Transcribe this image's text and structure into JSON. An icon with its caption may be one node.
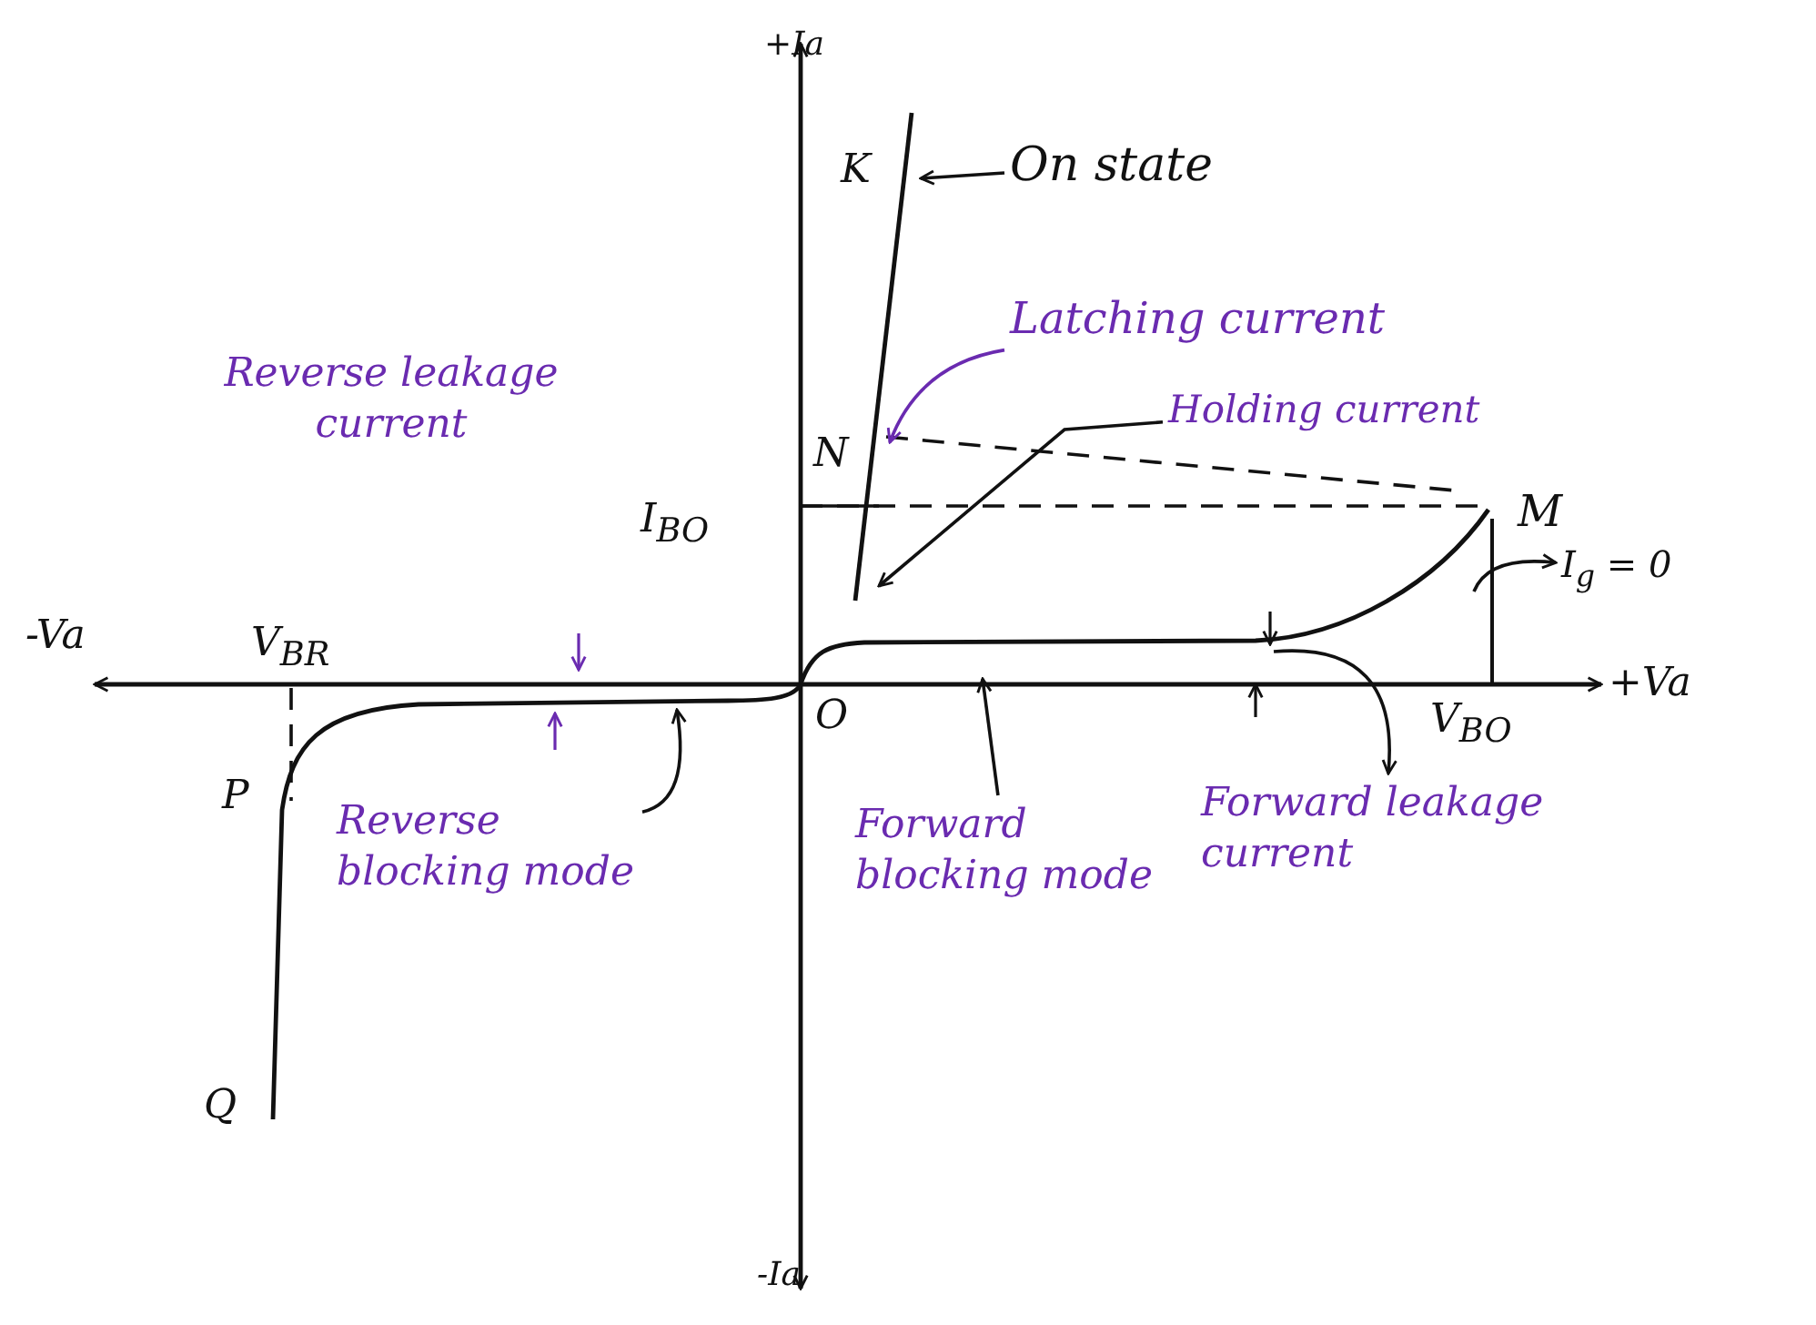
{
  "diagram": {
    "nodes": [
      {
        "text": [
          "On state"
        ]
      },
      {
        "text": [
          "Latching current"
        ]
      },
      {
        "text": [
          "Holding current"
        ]
      },
      {
        "text": [
          "Reverse blocking mode"
        ]
      },
      {
        "text": [
          "Forward blocking mode"
        ]
      },
      {
        "text": [
          "Forward leakage current"
        ]
      },
      {
        "text": [
          "I$_{g}$ = 0"
        ]
      }
    ],
    "edges": [
      {
        "from": 0,
        "to": null,
        "arrow": "to"
      },
      {
        "from": 1,
        "to": null,
        "arrow": "to",
        "color": "#6a2bb0"
      },
      {
        "from": 2,
        "to": null,
        "arrow": "to"
      },
      {
        "from": 3,
        "to": null,
        "arrow": "to"
      },
      {
        "from": 4,
        "to": null,
        "arrow": "to"
      },
      {
        "from": null,
        "to": 5,
        "arrow": "to"
      },
      {
        "from": null,
        "to": 6,
        "arrow": "to"
      }
    ],
    "labels": [
      "+Ia",
      "K",
      "Reverse leakage current",
      "N",
      "I$_{BO}$",
      "M",
      "-Va",
      "V$_{BR}$",
      "+Va",
      "O",
      "V$_{BO}$",
      "P",
      "Q",
      "-Ia"
    ]
  }
}
